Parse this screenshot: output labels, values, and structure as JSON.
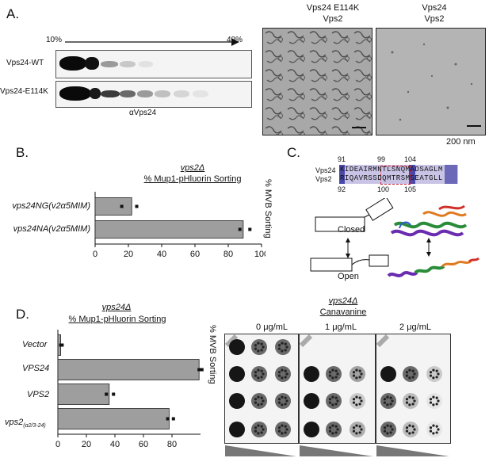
{
  "panelA": {
    "letter": "A.",
    "grad_start": "10%",
    "grad_end": "40%",
    "row1_label": "Vps24-WT",
    "row2_label": "Vps24-E114K",
    "antibody": "αVps24",
    "em1_title1": "Vps24 E114K",
    "em1_title2": "Vps2",
    "em2_title1": "Vps24",
    "em2_title2": "Vps2",
    "scale_label": "200 nm"
  },
  "panelB": {
    "letter": "B.",
    "genotype": "vps2Δ",
    "subtitle": "% Mup1-pHluorin Sorting",
    "ylabel_right": "% MVB Sorting",
    "chart_data": {
      "type": "bar",
      "orientation": "horizontal",
      "categories": [
        "vps24NG(v2α5MIM)",
        "vps24NA(v2α5MIM)"
      ],
      "values": [
        22,
        89
      ],
      "replicates": [
        [
          16,
          25
        ],
        [
          87,
          93
        ]
      ],
      "xlim": [
        0,
        100
      ],
      "xticks": [
        "0",
        "20",
        "40",
        "60",
        "80",
        "100"
      ],
      "bar_color": "#9e9e9e"
    }
  },
  "panelC": {
    "letter": "C.",
    "num_top_left": "91",
    "num_top_mid": "99",
    "num_top_right": "104",
    "num_bot_left": "92",
    "num_bot_mid": "100",
    "num_bot_right": "105",
    "seq1_name": "Vps24",
    "seq1": "KIDEAIRMNTLSNQMADSAGLM",
    "seq2_name": "Vps2",
    "seq2": "RIQAVRSSDQMTRSMSEATGLL",
    "closed_label": "Closed",
    "open_label": "Open"
  },
  "panelD": {
    "letter": "D.",
    "genotype": "vps24Δ",
    "subtitle": "% Mup1-pHluorin Sorting",
    "ylabel_right": "% MVB Sorting",
    "chart_data": {
      "type": "bar",
      "orientation": "horizontal",
      "categories": [
        "Vector",
        "VPS24",
        "VPS2",
        "vps2(α2/3-24)"
      ],
      "values": [
        2,
        99,
        36,
        78
      ],
      "replicates": [
        [
          2,
          3
        ],
        [
          99,
          101
        ],
        [
          34,
          39
        ],
        [
          77,
          81
        ]
      ],
      "xlim": [
        0,
        100
      ],
      "xticks": [
        "0",
        "20",
        "40",
        "60",
        "80"
      ],
      "bar_color": "#9e9e9e"
    },
    "cana_genotype": "vps24Δ",
    "cana_title": "Canavanine",
    "conc1": "0 μg/mL",
    "conc2": "1 μg/mL",
    "conc3": "2 μg/mL",
    "label_vps2_main": "vps2",
    "label_vps2_sub": "(α2/3-24)"
  }
}
